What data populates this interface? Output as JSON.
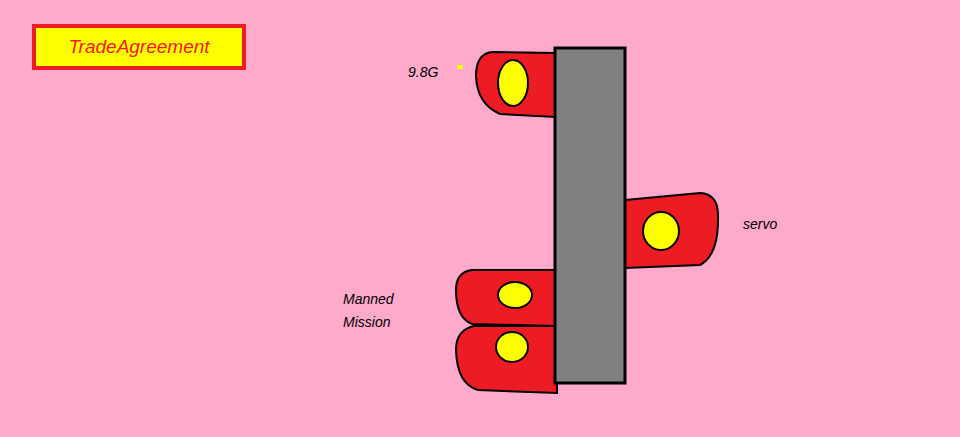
{
  "diagram": {
    "nodes": [
      {
        "text": [
          "TradeAgreement"
        ]
      }
    ],
    "labels": [
      "9.8G",
      "servo",
      "Manned Mission"
    ]
  }
}
